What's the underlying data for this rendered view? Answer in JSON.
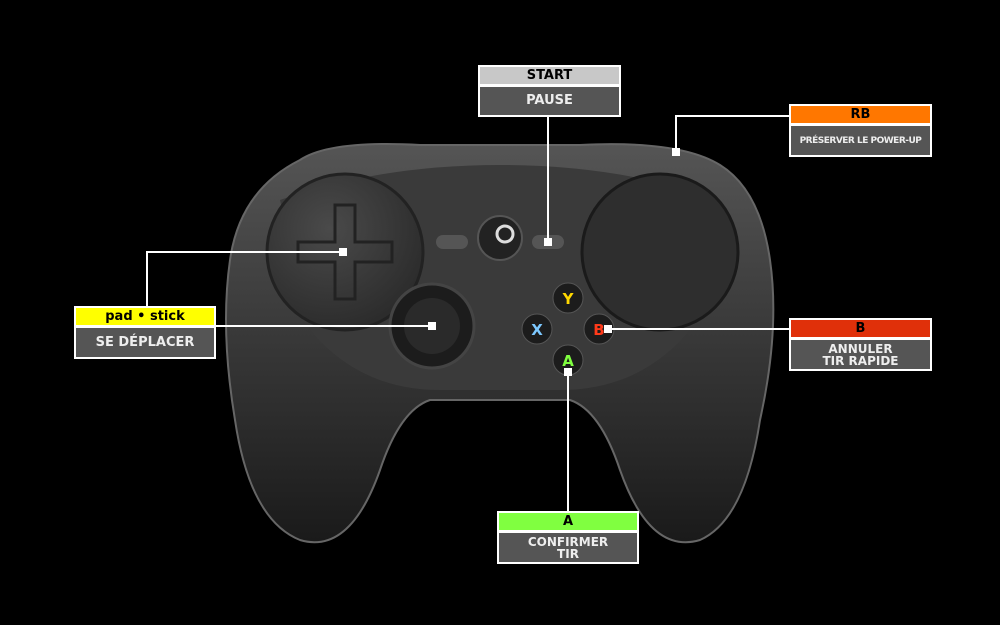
{
  "labels": {
    "start": {
      "button": "START",
      "action": "PAUSE",
      "color": "#c8c8c8"
    },
    "rb": {
      "button": "RB",
      "action": "PRÉSERVER LE POWER-UP",
      "color": "#ff7700"
    },
    "pad": {
      "button": "pad • stick",
      "action": "SE DÉPLACER",
      "color": "#ffff00"
    },
    "b": {
      "button": "B",
      "action_line1": "ANNULER",
      "action_line2": "TIR RAPIDE",
      "color": "#e0300a"
    },
    "a": {
      "button": "A",
      "action_line1": "CONFIRMER",
      "action_line2": "TIR",
      "color": "#80ff40"
    }
  },
  "face_buttons": {
    "y": "Y",
    "x": "X",
    "b": "B",
    "a": "A"
  }
}
